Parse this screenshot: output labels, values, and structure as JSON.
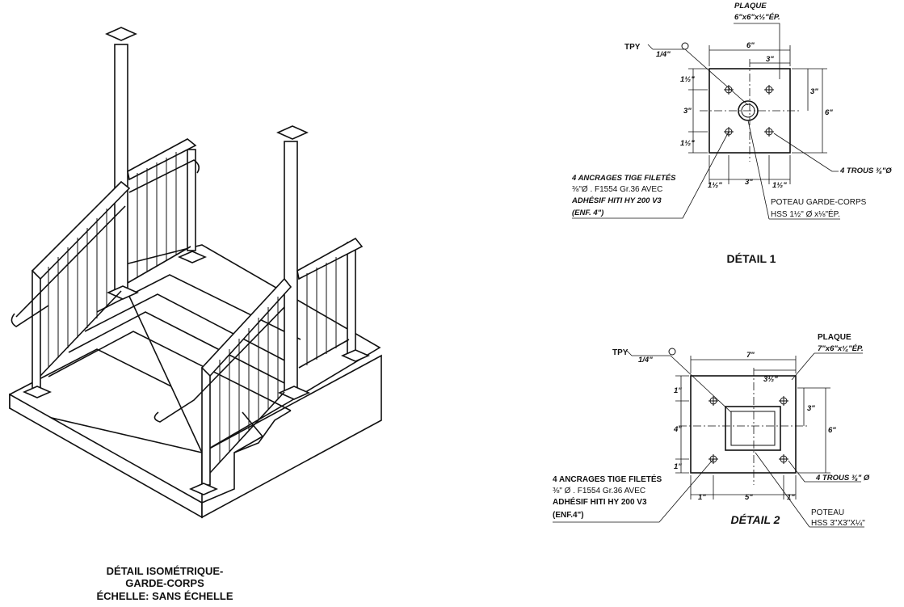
{
  "iso": {
    "title_line1": "DÉTAIL ISOMÉTRIQUE-",
    "title_line2": "GARDE-CORPS",
    "title_line3": "ÉCHELLE: SANS ÉCHELLE"
  },
  "detail1": {
    "title": "DÉTAIL 1",
    "plate_label_1": "PLAQUE",
    "plate_label_2": "6\"x6\"x½\"ÉP.",
    "weld_tpy": "TPY",
    "weld_size": "1/4\"",
    "dim_width": "6\"",
    "dim_half": "3\"",
    "dim_side_top": "1½\"",
    "dim_side_mid": "3\"",
    "dim_side_bot": "1½\"",
    "dim_right_top": "3\"",
    "dim_right_full": "6\"",
    "dim_bot_left": "1½\"",
    "dim_bot_mid": "3\"",
    "dim_bot_right": "1½\"",
    "holes": "4 TROUS ⅜\"Ø",
    "anchor_1": "4 ANCRAGES TIGE FILETÉS",
    "anchor_2": "⅜\"Ø . F1554 Gr.36 AVEC",
    "anchor_3": "ADHÉSIF HITI HY 200 V3",
    "anchor_4": "(ENF. 4\")",
    "post_1": "POTEAU GARDE-CORPS",
    "post_2": "HSS 1½\" Ø x⅛\"ÉP."
  },
  "detail2": {
    "title": "DÉTAIL 2",
    "plate_label_1": "PLAQUE",
    "plate_label_2": "7\"x6\"x¼\"ÉP.",
    "weld_tpy": "TPY",
    "weld_size": "1/4\"",
    "dim_width": "7\"",
    "dim_half": "3½\"",
    "dim_side_top": "1\"",
    "dim_side_mid": "4\"",
    "dim_side_bot": "1\"",
    "dim_right_top": "3\"",
    "dim_right_full": "6\"",
    "dim_bot_left": "1\"",
    "dim_bot_mid": "5\"",
    "dim_bot_right": "1\"",
    "holes": "4 TROUS ⅜\" Ø",
    "anchor_1": "4 ANCRAGES TIGE FILETÉS",
    "anchor_2": "⅜\" Ø . F1554 Gr.36 AVEC",
    "anchor_3": "ADHÉSIF HITI HY 200 V3",
    "anchor_4": "(ENF.4\")",
    "post_1": "POTEAU",
    "post_2": "HSS 3\"X3\"X¼\""
  }
}
